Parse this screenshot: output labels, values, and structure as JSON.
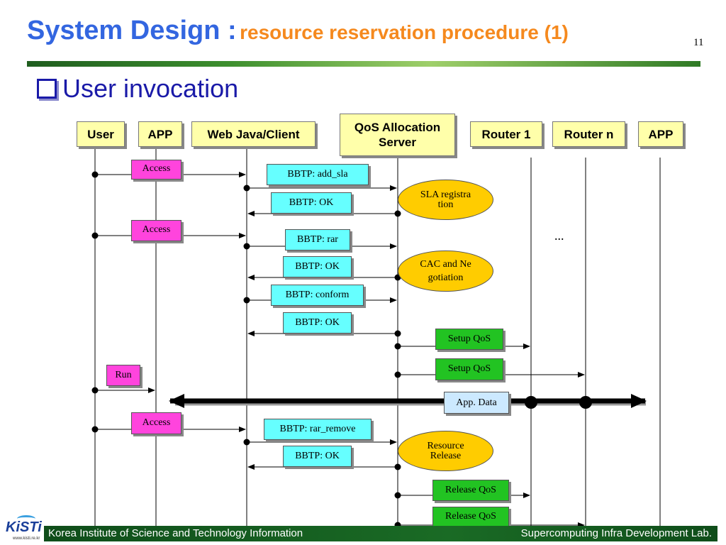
{
  "slide": {
    "title_main": "System Design :",
    "title_sub": "resource reservation procedure (1)",
    "page_number": "11",
    "bullet": "User invocation"
  },
  "actors": [
    "User",
    "APP",
    "Web Java/Client",
    "QoS Allocation Server",
    "Router 1",
    "Router n",
    "APP"
  ],
  "messages": {
    "access1": "Access",
    "add_sla": "BBTP: add_sla",
    "ok1": "BBTP: OK",
    "access2": "Access",
    "rar": "BBTP: rar",
    "ok2": "BBTP: OK",
    "conform": "BBTP: conform",
    "ok3": "BBTP: OK",
    "setup1": "Setup QoS",
    "setup2": "Setup QoS",
    "run": "Run",
    "app_data": "App. Data",
    "access3": "Access",
    "rar_remove": "BBTP: rar_remove",
    "ok4": "BBTP: OK",
    "release1": "Release QoS",
    "release2": "Release QoS"
  },
  "processes": {
    "sla": "SLA registration",
    "cac": "CAC and Negotiation",
    "release": "Resource Release"
  },
  "ellipsis": "...",
  "footer": {
    "left": "Korea Institute of Science and Technology Information",
    "right": "Supercomputing Infra Development Lab."
  },
  "logo": {
    "text": "KiSTi",
    "small": "www.kisti.re.kr"
  },
  "colors": {
    "title_main": "#3366e0",
    "title_sub": "#f5891e",
    "actor_fill": "#ffffaa",
    "access_fill": "#ff44dd",
    "bbtp_fill": "#66ffff",
    "qos_fill": "#22c322",
    "process_fill": "#ffcc00",
    "app_data_fill": "#cce9ff",
    "footer": "#1a6b25"
  }
}
